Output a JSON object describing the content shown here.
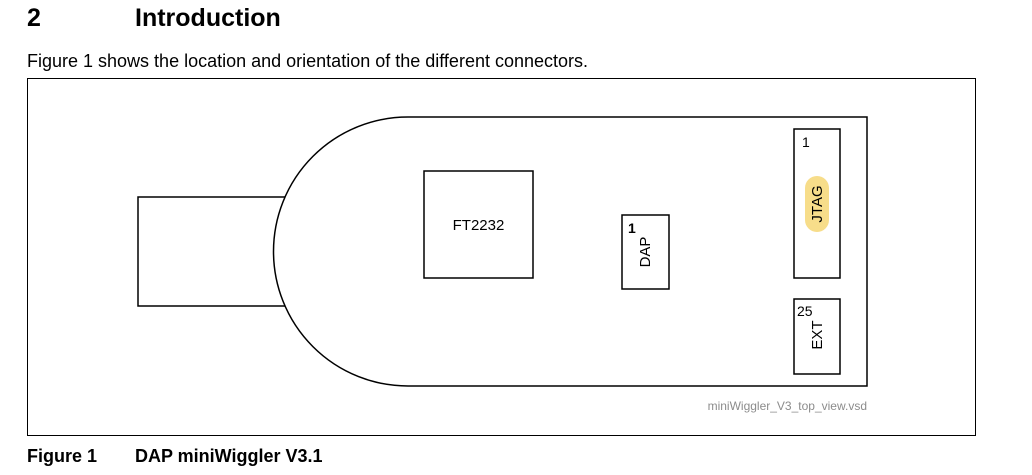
{
  "section": {
    "number": "2",
    "title": "Introduction"
  },
  "intro_text": "Figure 1 shows the location and orientation of the different connectors.",
  "figure": {
    "chip_label": "FT2232",
    "dap": {
      "pin_label": "1",
      "label": "DAP"
    },
    "jtag": {
      "pin_label": "1",
      "label": "JTAG",
      "highlight_color": "#f7dd8a"
    },
    "ext": {
      "pin_label": "25",
      "label": "EXT"
    },
    "source_file": "miniWiggler_V3_top_view.vsd"
  },
  "caption": {
    "label": "Figure 1",
    "title": "DAP miniWiggler V3.1"
  }
}
